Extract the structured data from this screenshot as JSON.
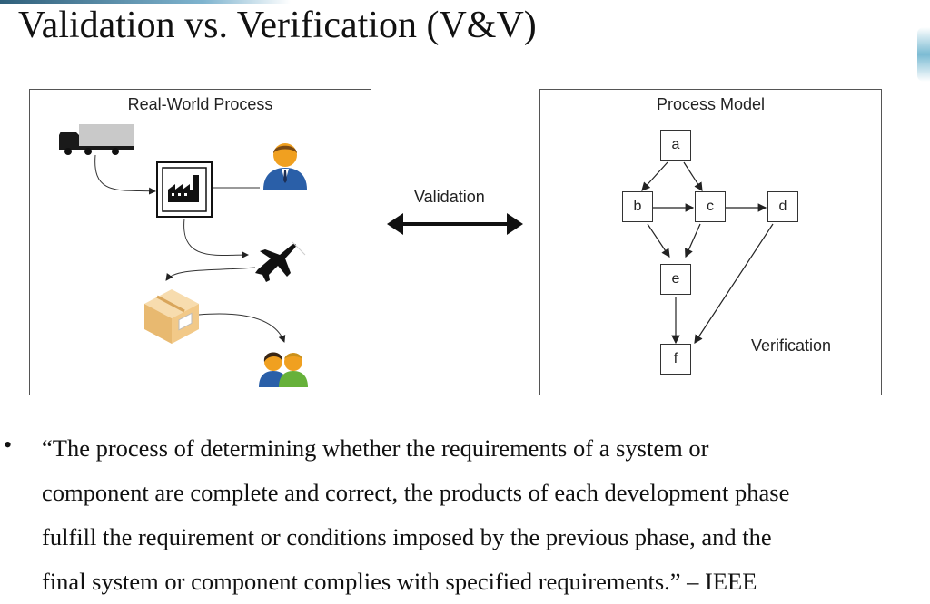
{
  "slide": {
    "title": "Validation vs. Verification (V&V)"
  },
  "real_world_panel": {
    "title": "Real-World Process",
    "icons": [
      "truck-icon",
      "factory-icon",
      "worker-icon",
      "airplane-icon",
      "package-icon",
      "customers-icon"
    ]
  },
  "process_model_panel": {
    "title": "Process Model",
    "nodes": [
      "a",
      "b",
      "c",
      "d",
      "e",
      "f"
    ],
    "edges": [
      [
        "a",
        "b"
      ],
      [
        "a",
        "c"
      ],
      [
        "b",
        "c"
      ],
      [
        "c",
        "d"
      ],
      [
        "b",
        "e"
      ],
      [
        "c",
        "e"
      ],
      [
        "e",
        "f"
      ],
      [
        "d",
        "f"
      ]
    ],
    "verification_label": "Verification"
  },
  "validation": {
    "label": "Validation"
  },
  "bullet": {
    "text": "“The process of determining whether the requirements of a system or\ncomponent are complete and correct, the products of each development phase\nfulfill the requirement or conditions imposed by the previous phase, and the\nfinal system or component complies with specified requirements.” – IEEE"
  },
  "colors": {
    "accent": "#5aaac8",
    "icon_orange": "#f0a020",
    "icon_blue": "#2a5fa8"
  }
}
